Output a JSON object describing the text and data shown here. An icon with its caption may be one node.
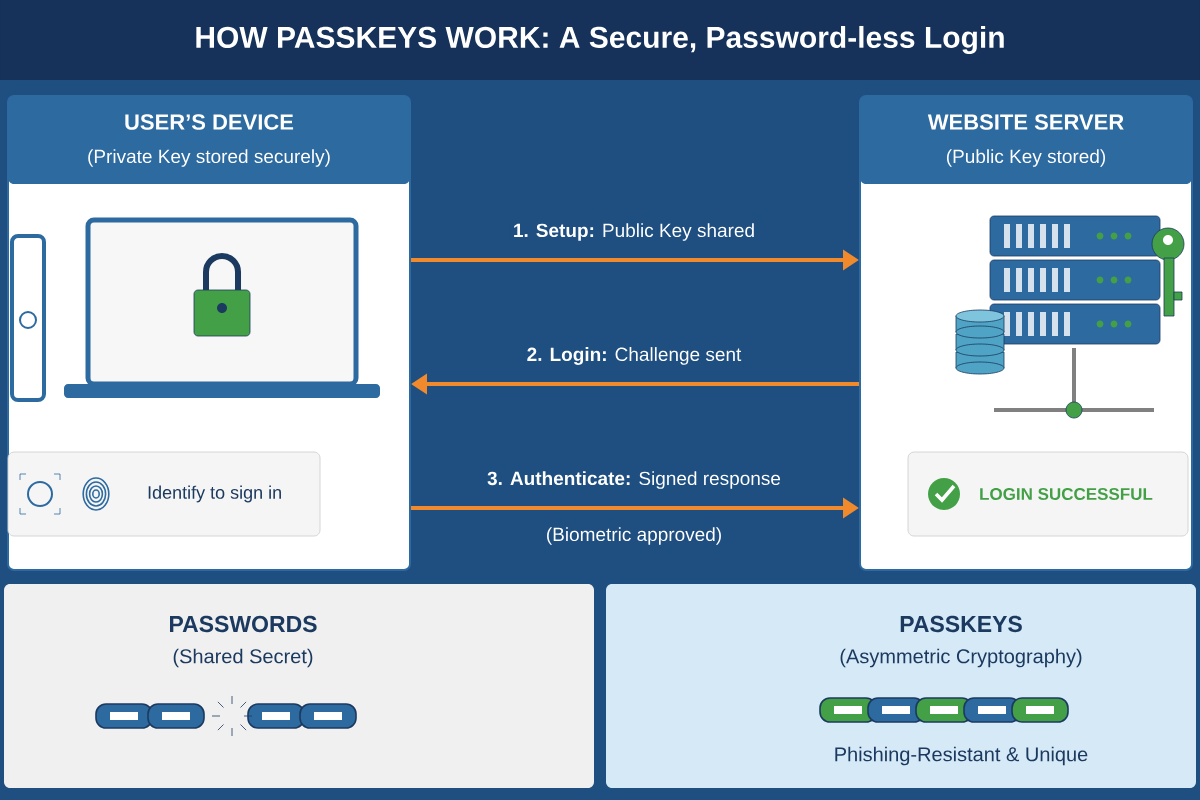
{
  "diagram": {
    "title": "HOW PASSKEYS WORK: A Secure, Password-less Login",
    "nodes": [
      {
        "text": [
          "USER’S DEVICE",
          "(Private Key stored securely)"
        ]
      },
      {
        "text": [
          "Identify to sign in"
        ],
        "in": 0
      },
      {
        "text": [
          "WEBSITE SERVER",
          "(Public Key stored)"
        ]
      },
      {
        "text": [
          "LOGIN SUCCESSFUL"
        ],
        "in": 2
      },
      {
        "text": [
          "PASSWORDS",
          "(Shared Secret)"
        ]
      },
      {
        "text": [
          "PASSKEYS",
          "(Asymmetric Cryptography)",
          "Phishing-Resistant & Unique"
        ]
      }
    ],
    "edges": [
      {
        "from": 0,
        "to": 2,
        "arrow": "to",
        "label": "**1. Setup:** Public Key shared"
      },
      {
        "from": 2,
        "to": 0,
        "arrow": "to",
        "label": "**2. Login:** Challenge sent"
      },
      {
        "from": 0,
        "to": 2,
        "arrow": "to",
        "label": "**3. Authenticate:** Signed response"
      }
    ],
    "labels": [
      "(Biometric approved)"
    ]
  }
}
